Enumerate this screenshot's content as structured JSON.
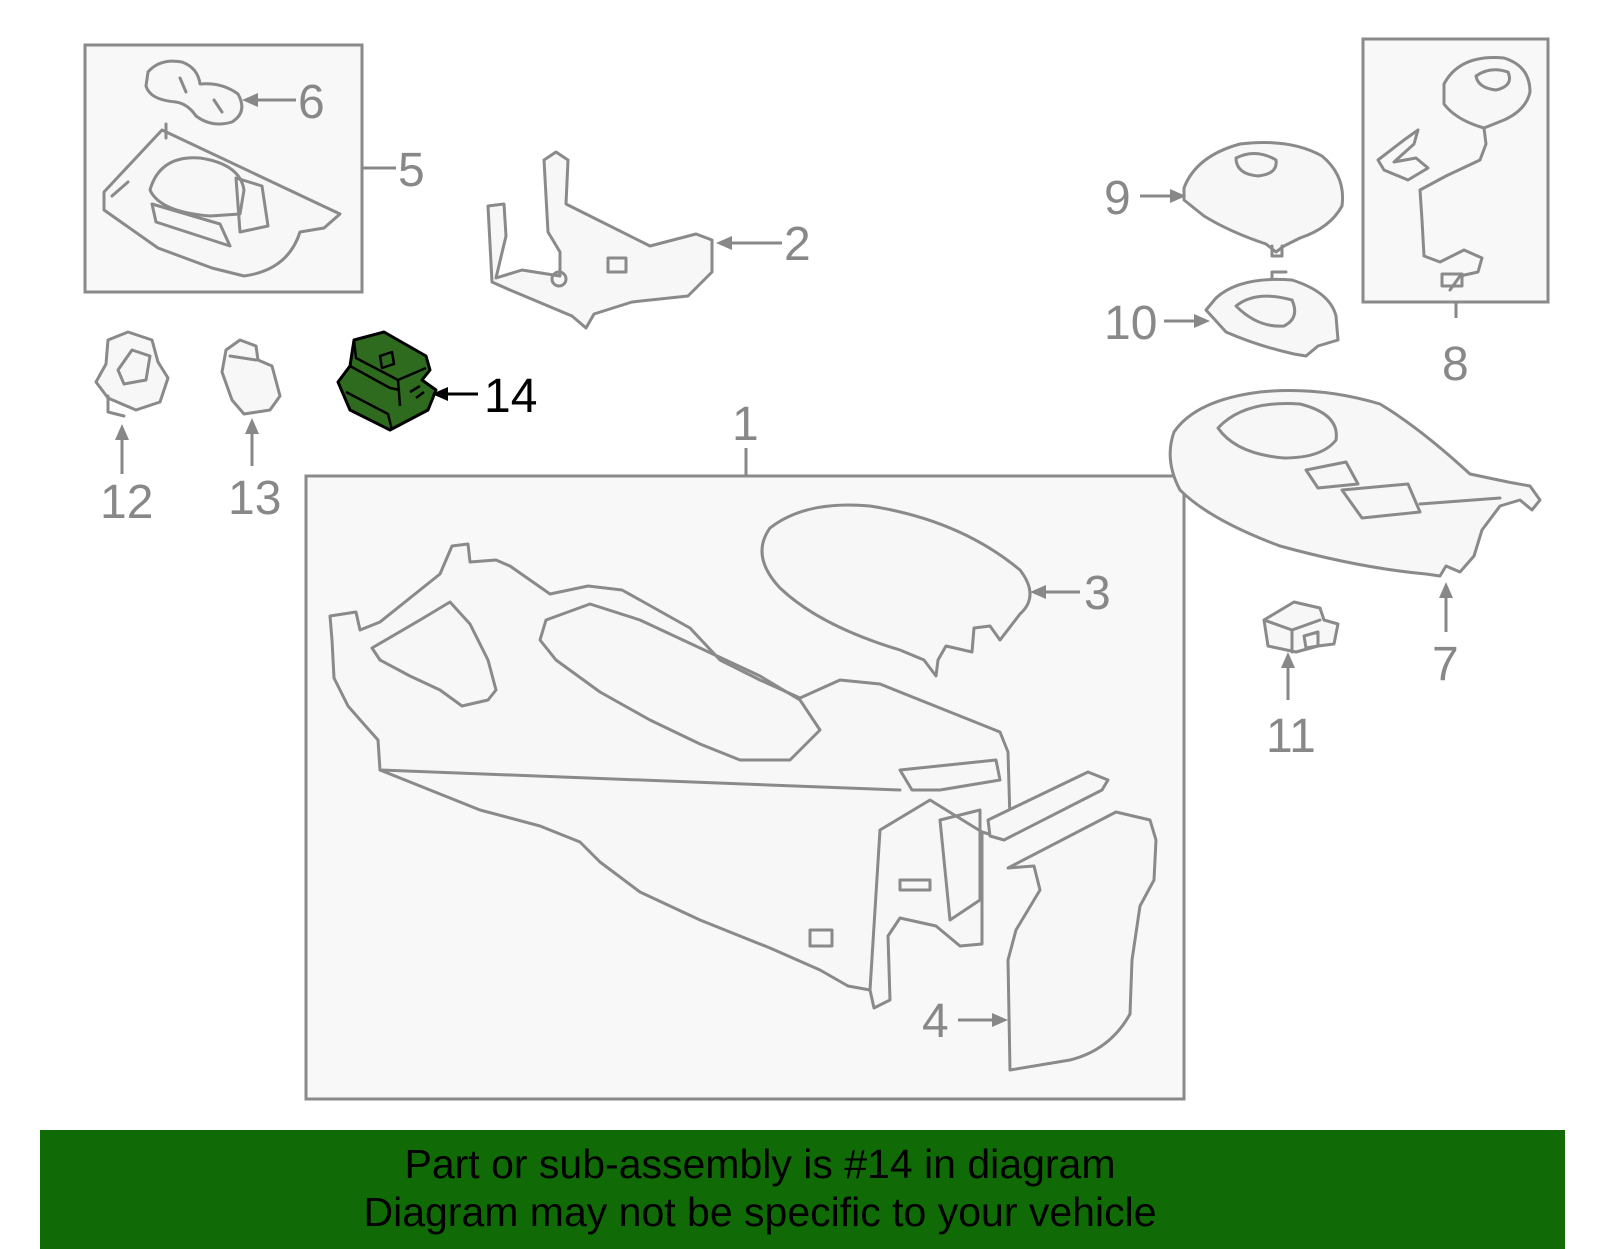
{
  "diagram": {
    "callouts": {
      "c1": "1",
      "c2": "2",
      "c3": "3",
      "c4": "4",
      "c5": "5",
      "c6": "6",
      "c7": "7",
      "c8": "8",
      "c9": "9",
      "c10": "10",
      "c11": "11",
      "c12": "12",
      "c13": "13",
      "c14": "14"
    },
    "highlighted_part": "14",
    "colors": {
      "highlight": "#2f6b1f",
      "banner": "#106b06",
      "linework": "#8a8a8a"
    }
  },
  "banner": {
    "line1": "Part or sub-assembly is #14 in diagram",
    "line2": "Diagram may not be specific to your vehicle"
  }
}
